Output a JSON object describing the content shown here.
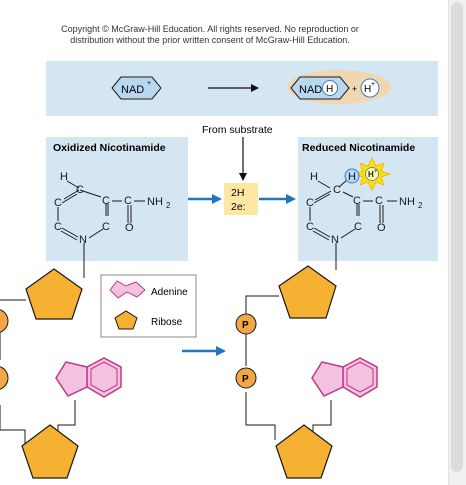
{
  "copyright": {
    "line1": "Copyright © McGraw-Hill Education.  All rights reserved. No reproduction or",
    "line2": "distribution without the prior written consent of McGraw-Hill Education."
  },
  "equation": {
    "reactant": "NAD",
    "reactant_charge": "+",
    "product": "NAD",
    "product_h": "H",
    "plus": "+",
    "proton": "H",
    "proton_charge": "+"
  },
  "labels": {
    "from_substrate": "From substrate",
    "oxidized_title": "Oxidized Nicotinamide",
    "reduced_title": "Reduced Nicotinamide",
    "electrons_line1": "2H",
    "electrons_line2": "2e:"
  },
  "structure": {
    "atom_H": "H",
    "atom_C": "C",
    "atom_N": "N",
    "atom_O": "O",
    "group_NH2": "NH",
    "subscript_2": "2",
    "h_plus": "H",
    "h_plus_charge": "+",
    "phosphate": "P"
  },
  "legend": {
    "adenine": "Adenine",
    "ribose": "Ribose"
  },
  "colors": {
    "panel_fill": "#d5e6f3",
    "arrow_blue": "#1f77c2",
    "electron_box": "#fde7a3",
    "pentagon_fill": "#f6b133",
    "adenine_fill": "#f3c2df",
    "adenine_stroke": "#c0398a",
    "phosphate_fill": "#f2a646",
    "sun_yellow": "#ffe000"
  }
}
